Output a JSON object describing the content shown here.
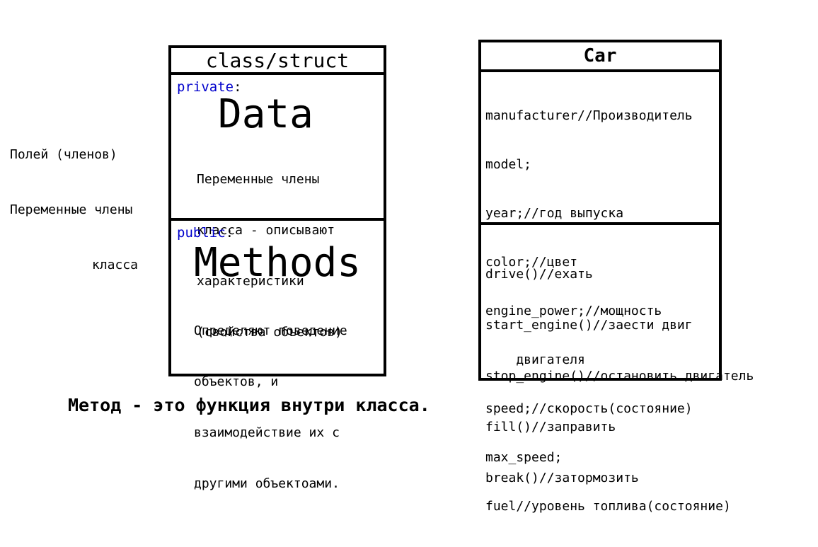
{
  "side_note": {
    "line1": "Полей (членов)",
    "line2": "Переменные члены",
    "line3": "класса"
  },
  "class_struct": {
    "title": "class/struct",
    "data_section": {
      "access": "private",
      "colon": ":",
      "heading": "Data",
      "description": [
        "Переменные члены",
        "класса - описывают",
        "характеристики",
        "(свойства объектов)"
      ]
    },
    "methods_section": {
      "access": "public",
      "colon": ":",
      "heading": "Methods",
      "description": [
        "Определяют поведение",
        "объектов, и",
        "взаимодействие их с",
        "другими объектоами."
      ]
    }
  },
  "car": {
    "title": "Car",
    "fields": [
      "manufacturer//Производитель",
      "model;",
      "year;//год выпуска",
      "color;//цвет",
      "engine_power;//мощность",
      "    двигателя",
      "speed;//скорость(состояние)",
      "max_speed;",
      "fuel//уровень топлива(состояние)"
    ],
    "methods": [
      "drive()//ехать",
      "start_engine()//заести двиг",
      "stop_engine()//остановить двигатель",
      "fill()//заправить",
      "break()//затормозить"
    ]
  },
  "footer": {
    "text": "Метод - это функция внутри класса."
  },
  "colors": {
    "keyword": "#0000cc",
    "border": "#000000",
    "background": "#ffffff"
  }
}
